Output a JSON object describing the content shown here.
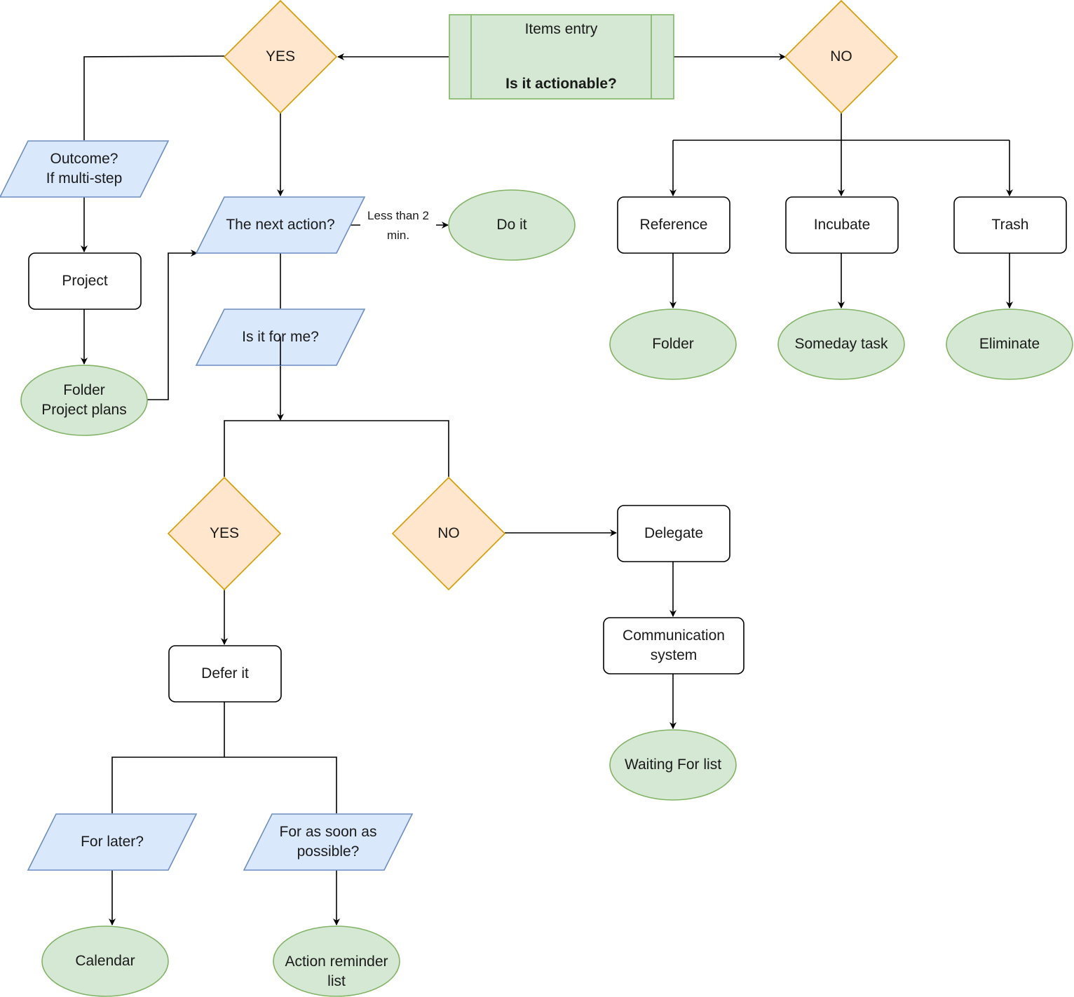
{
  "colors": {
    "decision_fill": "#ffe6cc",
    "decision_stroke": "#d79b00",
    "io_fill": "#dae8fc",
    "io_stroke": "#6c8ebf",
    "terminal_fill": "#d5e8d4",
    "terminal_stroke": "#82b366",
    "process_fill": "#ffffff",
    "process_stroke": "#000000",
    "connector": "#000000"
  },
  "nodes": {
    "entry": {
      "line1": "Items  entry",
      "line2": "Is it actionable?"
    },
    "yes_top": "YES",
    "no_top": "NO",
    "outcome": {
      "line1": "Outcome?",
      "line2": "If multi-step"
    },
    "project": "Project",
    "folder_project": {
      "line1": "Folder",
      "line2": "Project plans"
    },
    "next_action": "The next action?",
    "do_it": "Do it",
    "for_me": "Is it for me?",
    "yes_mid": "YES",
    "no_mid": "NO",
    "delegate": "Delegate",
    "communication": {
      "line1": "Communication",
      "line2": "system"
    },
    "waiting": "Waiting For list",
    "defer": "Defer it",
    "for_later": "For later?",
    "asap": {
      "line1": "For as soon as",
      "line2": "possible?"
    },
    "calendar": "Calendar",
    "action_reminder": {
      "line1": "Action reminder",
      "line2": "list"
    },
    "reference": "Reference",
    "incubate": "Incubate",
    "trash": "Trash",
    "folder": "Folder",
    "someday": "Someday task",
    "eliminate": "Eliminate"
  },
  "edge_labels": {
    "less_than_2": {
      "line1": "Less than 2",
      "line2": "min."
    }
  }
}
